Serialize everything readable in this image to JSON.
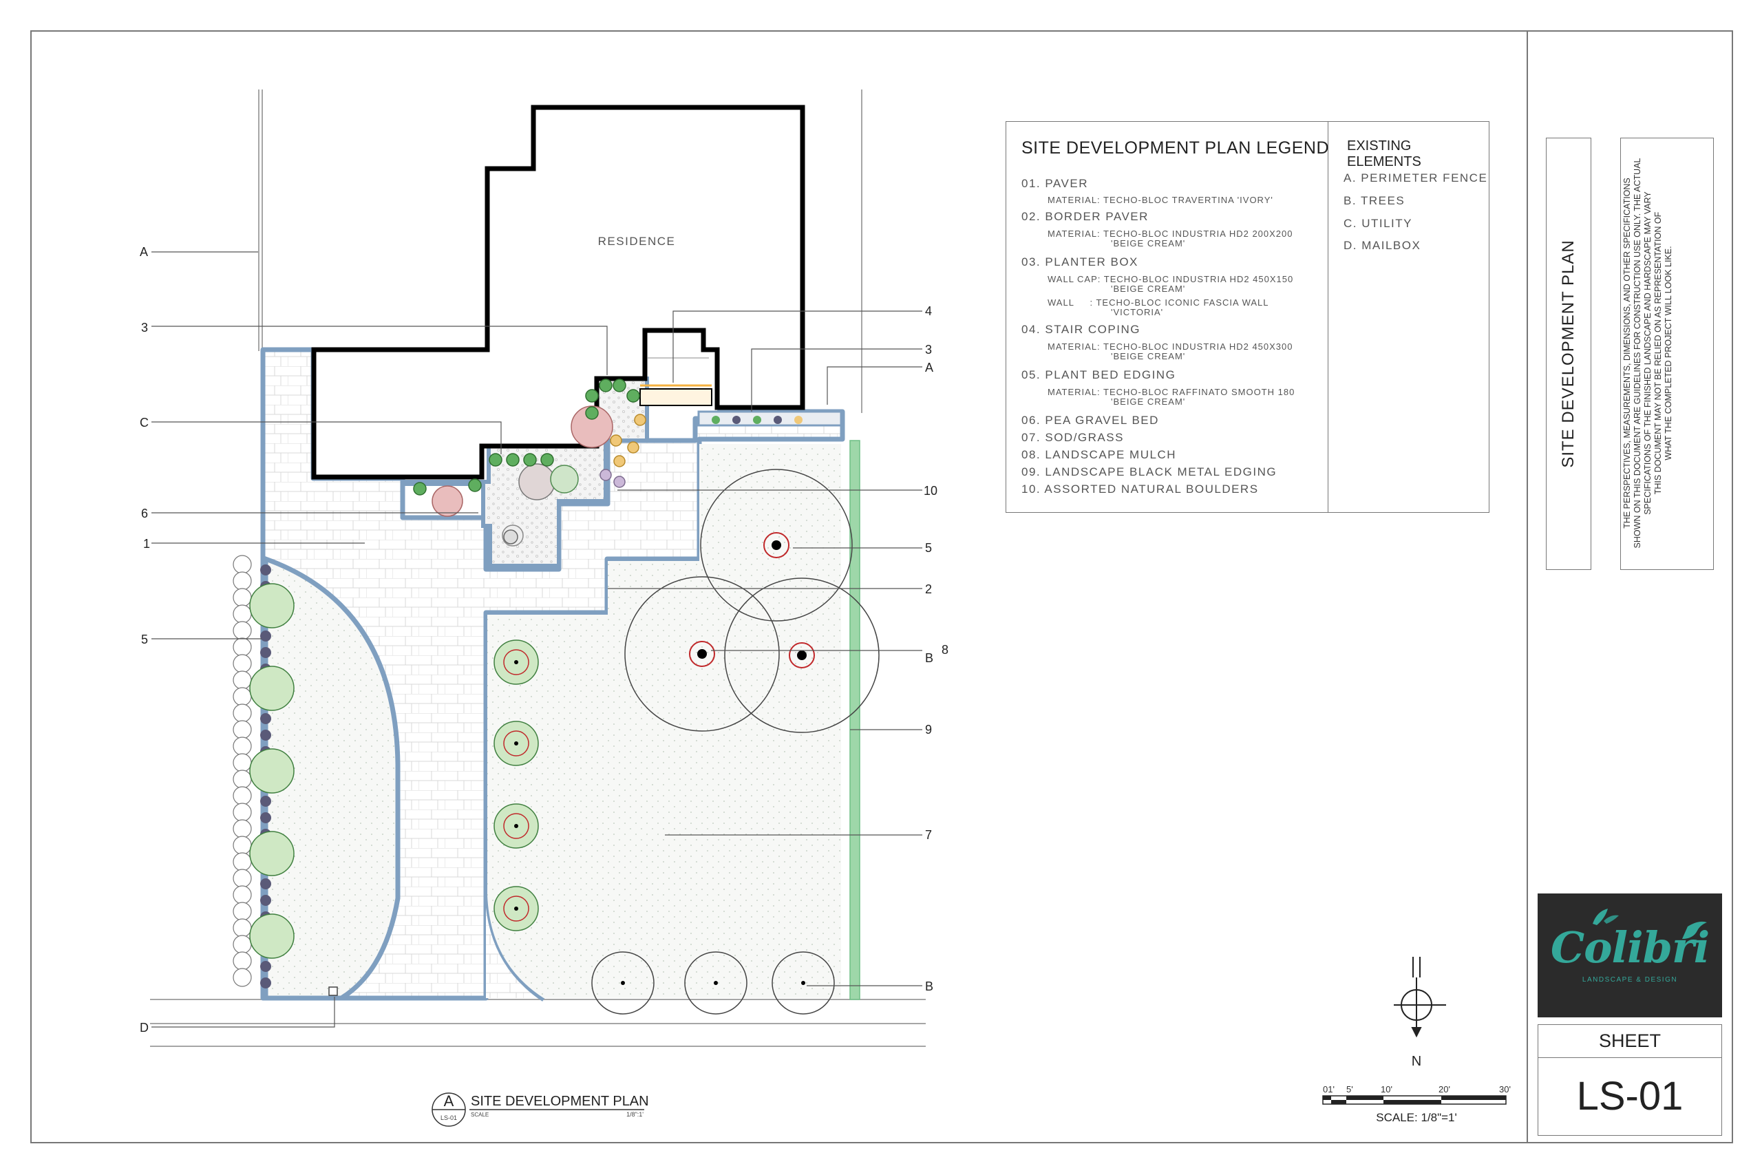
{
  "plan": {
    "residence_label": "RESIDENCE",
    "callouts": {
      "A_top": "A",
      "three_left": "3",
      "C": "C",
      "six": "6",
      "one": "1",
      "five_left": "5",
      "D": "D",
      "four": "4",
      "three_right": "3",
      "A_right": "A",
      "ten": "10",
      "five_right": "5",
      "two": "2",
      "eight": "8",
      "B_mid": "B",
      "nine": "9",
      "seven": "7",
      "B_bottom": "B"
    },
    "title_marker": "A",
    "title_marker_sheet": "LS-01",
    "title": "SITE DEVELOPMENT PLAN",
    "title_scale_label": "SCALE",
    "title_scale_value": "1/8\":1'"
  },
  "legend": {
    "title": "SITE DEVELOPMENT PLAN LEGEND",
    "items": [
      {
        "main": "01. PAVER",
        "subs": [
          "MATERIAL: TECHO-BLOC TRAVERTINA 'IVORY'"
        ]
      },
      {
        "main": "02. BORDER PAVER",
        "subs": [
          "MATERIAL: TECHO-BLOC INDUSTRIA HD2 200X200",
          "'BEIGE CREAM'"
        ]
      },
      {
        "main": "03. PLANTER BOX",
        "subs": [
          "WALL CAP: TECHO-BLOC INDUSTRIA HD2 450X150",
          "'BEIGE CREAM'",
          "WALL     : TECHO-BLOC ICONIC FASCIA WALL",
          "'VICTORIA'"
        ]
      },
      {
        "main": "04. STAIR COPING",
        "subs": [
          "MATERIAL: TECHO-BLOC INDUSTRIA HD2 450X300",
          "'BEIGE CREAM'"
        ]
      },
      {
        "main": "05. PLANT BED EDGING",
        "subs": [
          "MATERIAL: TECHO-BLOC RAFFINATO SMOOTH 180",
          "'BEIGE CREAM'"
        ]
      },
      {
        "main": "06. PEA GRAVEL BED",
        "subs": []
      },
      {
        "main": "07. SOD/GRASS",
        "subs": []
      },
      {
        "main": "08. LANDSCAPE MULCH",
        "subs": []
      },
      {
        "main": "09. LANDSCAPE BLACK METAL EDGING",
        "subs": []
      },
      {
        "main": "10. ASSORTED NATURAL BOULDERS",
        "subs": []
      }
    ],
    "existing_title": "EXISTING ELEMENTS",
    "existing": [
      "A. PERIMETER FENCE",
      "B. TREES",
      "C. UTILITY",
      "D. MAILBOX"
    ]
  },
  "north": {
    "label": "N"
  },
  "scale_bar": {
    "ticks": [
      "01'",
      "5'",
      "10'",
      "20'",
      "30'"
    ],
    "caption": "SCALE: 1/8\"=1'"
  },
  "title_block": {
    "vertical_title": "SITE DEVELOPMENT PLAN",
    "disclaimer_lines": [
      "THE PERSPECTIVES, MEASUREMENTS, DIMENSIONS, AND OTHER SPECIFICATIONS",
      "SHOWN ON THIS DOCUMENT ARE GUIDELINES FOR CONSTRUCTION USE ONLY. THE ACTUAL",
      "SPECIFICATIONS OF THE FINISHED LANDSCAPE AND HARDSCAPE MAY VARY",
      "THIS DOCUMENT MAY NOT BE RELIED ON AS REPRESENTATION OF",
      "WHAT THE COMPLETED PROJECT  WILL LOOK LIKE."
    ],
    "logo_text": "Colibri",
    "logo_sub": "LANDSCAPE & DESIGN",
    "sheet_label": "SHEET",
    "sheet_number": "LS-01"
  },
  "colors": {
    "paver_outline": "#7f9fc0",
    "grass_fill": "#f3f6f1",
    "hedge": "#9ed7a9",
    "house": "#000000",
    "tree_ring": "#c0282a",
    "logo_teal": "#34a89a"
  }
}
